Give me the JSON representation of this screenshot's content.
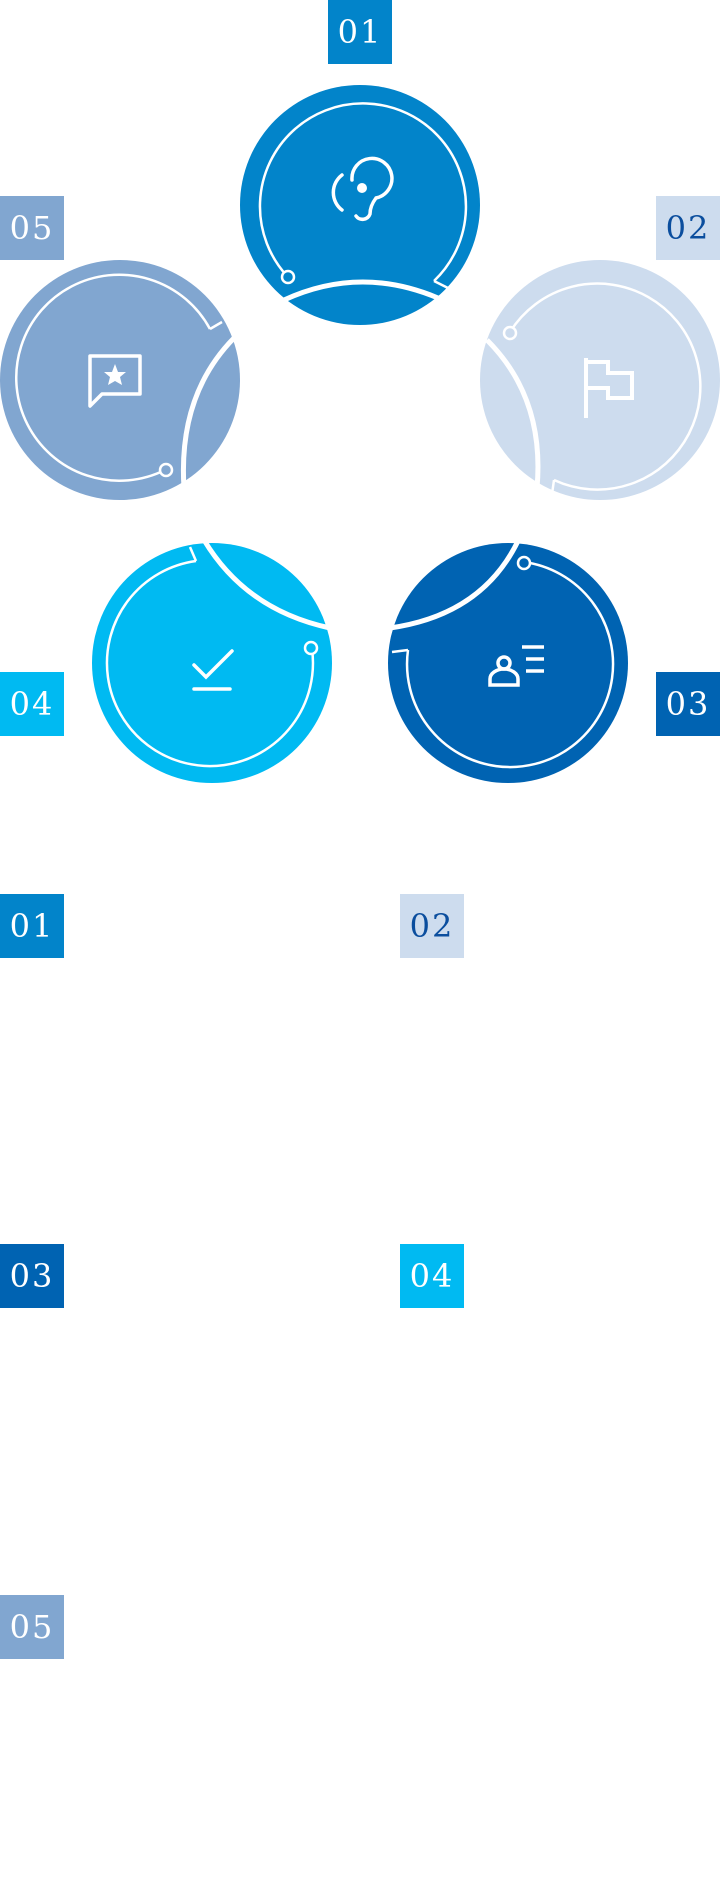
{
  "steps": [
    {
      "number": "01",
      "color": "#0284CA",
      "text_color": "#FFFFFF",
      "icon": "ear-icon"
    },
    {
      "number": "02",
      "color": "#CDDCEE",
      "text_color": "#0B4E9E",
      "icon": "flag-icon"
    },
    {
      "number": "03",
      "color": "#0063B2",
      "text_color": "#FFFFFF",
      "icon": "person-list-icon"
    },
    {
      "number": "04",
      "color": "#00BAF2",
      "text_color": "#FFFFFF",
      "icon": "check-icon"
    },
    {
      "number": "05",
      "color": "#81A6D0",
      "text_color": "#FFFFFF",
      "icon": "chat-star-icon"
    }
  ]
}
